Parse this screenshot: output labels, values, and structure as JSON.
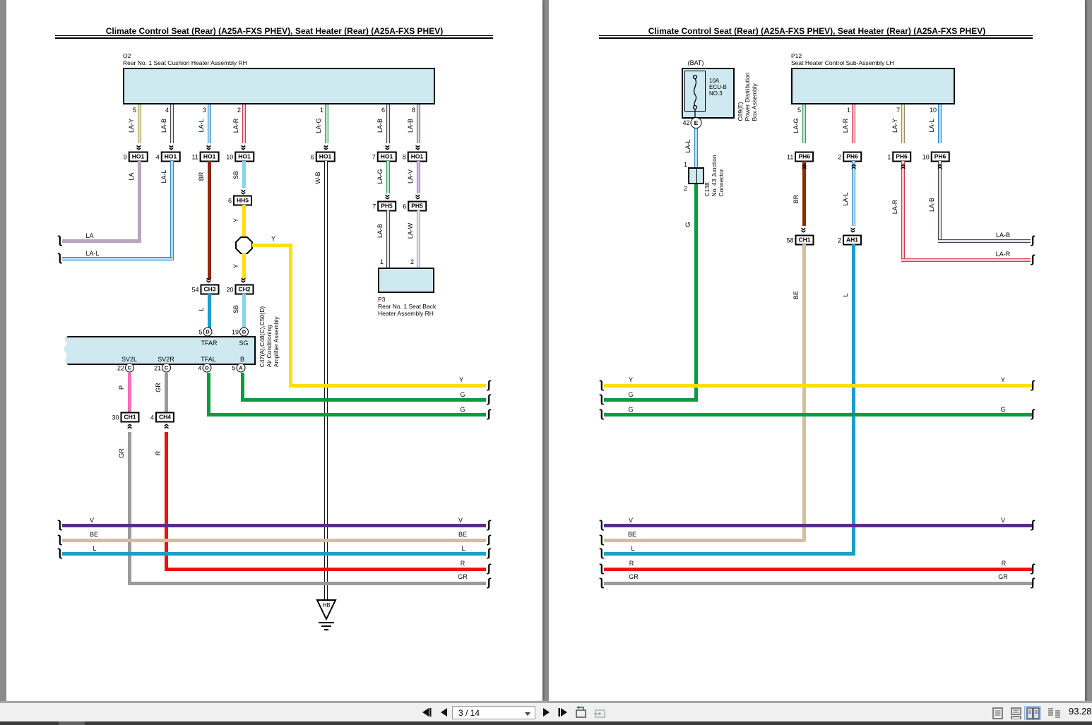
{
  "title": "Climate Control Seat (Rear) (A25A-FXS PHEV), Seat Heater (Rear) (A25A-FXS PHEV)",
  "toolbar": {
    "page_field": "3 / 14",
    "zoom_level": "93.28"
  },
  "wire_colors": {
    "LA": "#b7a4c0",
    "BR": "#8d2a05",
    "SB": "#88d2ee",
    "Y": "#ffdf06",
    "L": "#1a9fc9",
    "P": "#f26eb8",
    "GR": "#9b9b9b",
    "G": "#0c9b43",
    "R": "#ef0f12",
    "V": "#5c2d87",
    "BE": "#d2bf9d",
    "W-B": "#ffffff",
    "LA-Y": "#eee6ae",
    "LA-B": "#e3dee8",
    "LA-L": "#b4dcf2",
    "LA-R": "#f5c4cd",
    "LA-G": "#bfe2cb",
    "LA-V": "#dcc6f0",
    "LA-W": "#ebe8f0"
  },
  "left": {
    "o2_ref": "O2",
    "o2_name": "Rear No. 1 Seat Cushion Heater Assembly RH",
    "top_pins": [
      "5",
      "4",
      "3",
      "2",
      "1",
      "6",
      "8"
    ],
    "top_labels": [
      "LA-Y",
      "LA-B",
      "LA-L",
      "LA-R",
      "LA-G",
      "LA-B",
      "LA-B"
    ],
    "ho1": [
      {
        "n": "9",
        "c": "HO1"
      },
      {
        "n": "4",
        "c": "HO1"
      },
      {
        "n": "11",
        "c": "HO1"
      },
      {
        "n": "10",
        "c": "HO1"
      },
      {
        "n": "6",
        "c": "HO1"
      },
      {
        "n": "7",
        "c": "HO1"
      },
      {
        "n": "8",
        "c": "HO1"
      }
    ],
    "mid_labels": [
      "LA",
      "LA-L",
      "BR",
      "SB",
      "W-B",
      "LA-G",
      "LA-V"
    ],
    "hh5": {
      "n": "6",
      "c": "HH5"
    },
    "ph5a": {
      "n": "7",
      "c": "PH5"
    },
    "ph5b": {
      "n": "6",
      "c": "PH5"
    },
    "seatback_labels": [
      "LA-B",
      "LA-W"
    ],
    "p3_pin1": "1",
    "p3_pin2": "2",
    "p3_ref": "P3",
    "p3_name1": "Rear No. 1 Seat Back",
    "p3_name2": "Heater Assembly RH",
    "y1": "Y",
    "y2": "Y",
    "y3": "Y",
    "la_h": "LA",
    "lal_h": "LA-L",
    "ch3": {
      "n": "54",
      "c": "CH3"
    },
    "ch2": {
      "n": "20",
      "c": "CH2"
    },
    "l_lab": "L",
    "sb_lab": "SB",
    "amp_ref1": "C47(A),C48(C),C50(D)",
    "amp_ref2": "Air Conditioning",
    "amp_ref3": "Amplifier Assembly",
    "tfar": {
      "n": "5",
      "l": "D",
      "t": "TFAR"
    },
    "sg": {
      "n": "19",
      "l": "D",
      "t": "SG"
    },
    "sv2l": {
      "t": "SV2L",
      "n": "22",
      "l": "C"
    },
    "sv2r": {
      "t": "SV2R",
      "n": "21",
      "l": "C"
    },
    "tfal": {
      "t": "TFAL",
      "n": "4",
      "l": "D"
    },
    "b": {
      "t": "B",
      "n": "5",
      "l": "A"
    },
    "p_lab": "P",
    "gr_lab": "GR",
    "ch1": {
      "n": "30",
      "c": "CH1"
    },
    "ch4": {
      "n": "4",
      "c": "CH4"
    },
    "grv": "GR",
    "rv": "R",
    "right_labels": [
      "Y",
      "G",
      "G",
      "V",
      "BE",
      "L",
      "R",
      "GR"
    ],
    "left_labels": [
      "V",
      "BE",
      "L"
    ],
    "gnd": "HB"
  },
  "right": {
    "bat": "(BAT)",
    "fuse1": "10A",
    "fuse2": "ECU-B",
    "fuse3": "NO.3",
    "pdb1": "C89(E)",
    "pdb2": "Power Distribution",
    "pdb3": "Box Assembly",
    "pin42": "42",
    "pin42l": "E",
    "lal": "LA-L",
    "c138_p1": "1",
    "c138_p2": "2",
    "c138_1": "C138",
    "c138_2": "No. 43 Junction",
    "c138_3": "Connector",
    "g_lab": "G",
    "p12_ref": "P12",
    "p12_name": "Seat Heater Control Sub-Assembly LH",
    "pins": [
      "5",
      "1",
      "7",
      "10"
    ],
    "top_labels": [
      "LA-G",
      "LA-R",
      "LA-Y",
      "LA-L"
    ],
    "ph6": [
      {
        "n": "11",
        "c": "PH6"
      },
      {
        "n": "2",
        "c": "PH6"
      },
      {
        "n": "1",
        "c": "PH6"
      },
      {
        "n": "10",
        "c": "PH6"
      }
    ],
    "br": "BR",
    "lal2": "LA-L",
    "lar": "LA-R",
    "lab": "LA-B",
    "ch1": {
      "n": "58",
      "c": "CH1"
    },
    "ah1": {
      "n": "2",
      "c": "AH1"
    },
    "be": "BE",
    "l": "L",
    "lab_r": "LA-B",
    "lar_r": "LA-R",
    "left_labels": [
      "Y",
      "G",
      "G",
      "V",
      "BE",
      "L",
      "R",
      "GR"
    ],
    "right_labels": [
      "Y",
      "G",
      "V",
      "R",
      "GR"
    ]
  }
}
